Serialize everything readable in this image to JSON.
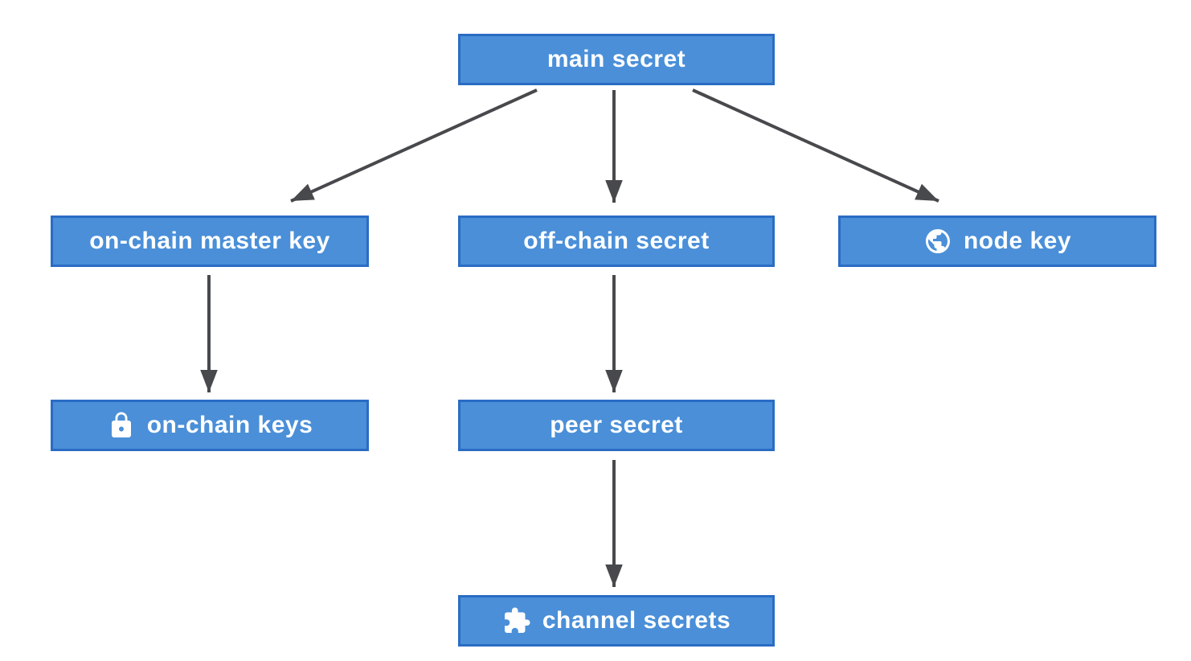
{
  "diagram": {
    "background_color": "#ffffff",
    "colors": {
      "node_fill": "#4a8fd8",
      "node_border": "#2a6cc4",
      "node_text": "#ffffff",
      "arrow": "#47494c"
    },
    "nodes": [
      {
        "id": "main-secret",
        "label": "main secret",
        "icon": ""
      },
      {
        "id": "on-chain-master-key",
        "label": "on-chain master key",
        "icon": ""
      },
      {
        "id": "off-chain-secret",
        "label": "off-chain secret",
        "icon": ""
      },
      {
        "id": "node-key",
        "label": "node key",
        "icon": "globe-icon"
      },
      {
        "id": "on-chain-keys",
        "label": "on-chain keys",
        "icon": "lock-icon"
      },
      {
        "id": "peer-secret",
        "label": "peer secret",
        "icon": ""
      },
      {
        "id": "channel-secrets",
        "label": "channel secrets",
        "icon": "puzzle-icon"
      }
    ],
    "edges": [
      {
        "from": "main-secret",
        "to": "on-chain-master-key"
      },
      {
        "from": "main-secret",
        "to": "off-chain-secret"
      },
      {
        "from": "main-secret",
        "to": "node-key"
      },
      {
        "from": "on-chain-master-key",
        "to": "on-chain-keys"
      },
      {
        "from": "off-chain-secret",
        "to": "peer-secret"
      },
      {
        "from": "peer-secret",
        "to": "channel-secrets"
      }
    ]
  }
}
